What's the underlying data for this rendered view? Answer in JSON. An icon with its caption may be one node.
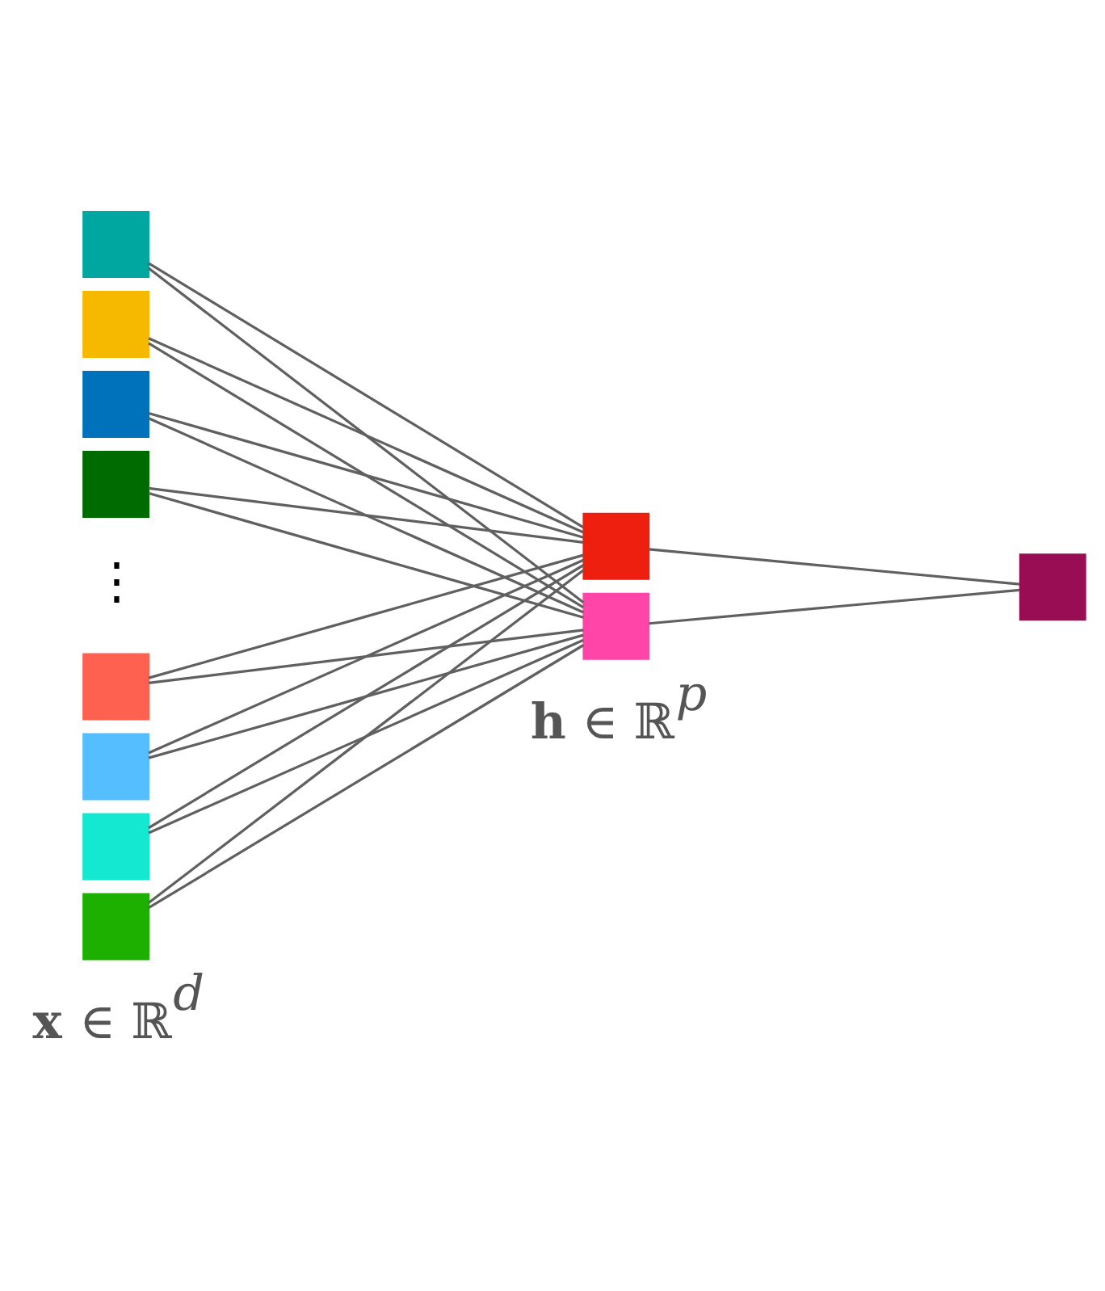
{
  "diagram": {
    "nodes": [
      {
        "text": [],
        "shape": "box"
      },
      {
        "text": [],
        "shape": "box"
      },
      {
        "text": [],
        "shape": "box"
      },
      {
        "text": [],
        "shape": "box"
      },
      {
        "text": [],
        "shape": "box"
      },
      {
        "text": [],
        "shape": "box"
      },
      {
        "text": [],
        "shape": "box"
      },
      {
        "text": [],
        "shape": "box"
      },
      {
        "text": [],
        "shape": "box"
      },
      {
        "text": [],
        "shape": "box"
      },
      {
        "text": [],
        "shape": "box"
      }
    ],
    "edges": [
      {
        "from": 0,
        "to": 8,
        "arrow": "none"
      },
      {
        "from": 0,
        "to": 9,
        "arrow": "none"
      },
      {
        "from": 1,
        "to": 8,
        "arrow": "none"
      },
      {
        "from": 1,
        "to": 9,
        "arrow": "none"
      },
      {
        "from": 2,
        "to": 8,
        "arrow": "none"
      },
      {
        "from": 2,
        "to": 9,
        "arrow": "none"
      },
      {
        "from": 3,
        "to": 8,
        "arrow": "none"
      },
      {
        "from": 3,
        "to": 9,
        "arrow": "none"
      },
      {
        "from": 4,
        "to": 8,
        "arrow": "none"
      },
      {
        "from": 4,
        "to": 9,
        "arrow": "none"
      },
      {
        "from": 5,
        "to": 8,
        "arrow": "none"
      },
      {
        "from": 5,
        "to": 9,
        "arrow": "none"
      },
      {
        "from": 6,
        "to": 8,
        "arrow": "none"
      },
      {
        "from": 6,
        "to": 9,
        "arrow": "none"
      },
      {
        "from": 7,
        "to": 8,
        "arrow": "none"
      },
      {
        "from": 7,
        "to": 9,
        "arrow": "none"
      },
      {
        "from": 8,
        "to": 10,
        "arrow": "none"
      },
      {
        "from": 9,
        "to": 10,
        "arrow": "none"
      }
    ],
    "labels": [
      "⋮",
      "**h** ∈ ℝ$^{p}$",
      "**x** ∈ ℝ$^{d}$"
    ]
  }
}
